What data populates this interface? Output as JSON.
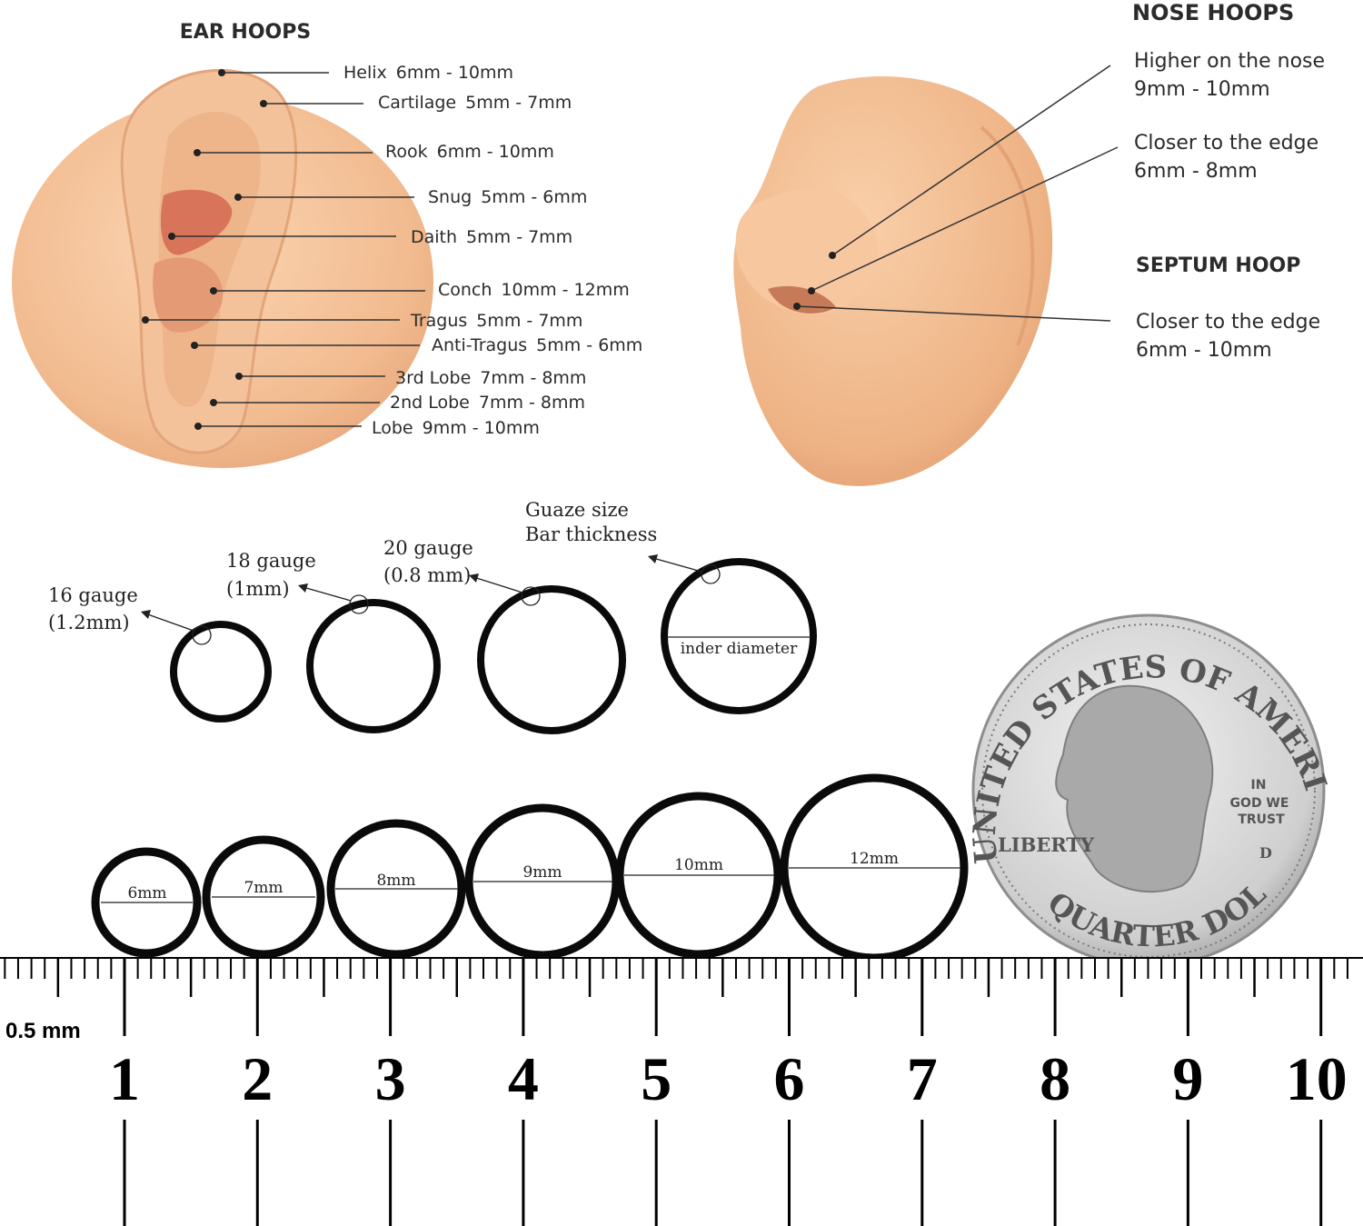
{
  "ear": {
    "title": "EAR HOOPS",
    "labels": [
      {
        "name": "Helix",
        "size": "6mm - 10mm"
      },
      {
        "name": "Cartilage",
        "size": "5mm - 7mm"
      },
      {
        "name": "Rook",
        "size": "6mm - 10mm"
      },
      {
        "name": "Snug",
        "size": "5mm - 6mm"
      },
      {
        "name": "Daith",
        "size": "5mm - 7mm"
      },
      {
        "name": "Conch",
        "size": "10mm - 12mm"
      },
      {
        "name": "Tragus",
        "size": "5mm - 7mm"
      },
      {
        "name": "Anti-Tragus",
        "size": "5mm - 6mm"
      },
      {
        "name": "3rd Lobe",
        "size": "7mm - 8mm"
      },
      {
        "name": "2nd Lobe",
        "size": "7mm - 8mm"
      },
      {
        "name": "Lobe",
        "size": "9mm - 10mm"
      }
    ]
  },
  "nose": {
    "title": "NOSE HOOPS",
    "higher_label": "Higher on the nose",
    "higher_size": "9mm - 10mm",
    "edge_label": "Closer to the edge",
    "edge_size": "6mm - 8mm",
    "septum_title": "SEPTUM HOOP",
    "septum_label": "Closer to the edge",
    "septum_size": "6mm - 10mm"
  },
  "gauges": {
    "g16_name": "16 gauge",
    "g16_size": "(1.2mm)",
    "g18_name": "18 gauge",
    "g18_size": "(1mm)",
    "g20_name": "20 gauge",
    "g20_size": "(0.8 mm)",
    "gauge_title": "Guaze size",
    "gauge_subtitle": "Bar thickness",
    "inner_label": "inder diameter"
  },
  "rings": [
    "6mm",
    "7mm",
    "8mm",
    "9mm",
    "10mm",
    "12mm"
  ],
  "coin": {
    "top_text": "UNITED STATES OF AMERICA",
    "motto_1": "IN",
    "motto_2": "GOD WE",
    "motto_3": "TRUST",
    "liberty": "LIBERTY",
    "mint": "D",
    "bottom_text": "QUARTER DOLLAR"
  },
  "ruler": {
    "unit_label": "0.5 mm",
    "numbers": [
      "1",
      "2",
      "3",
      "4",
      "5",
      "6",
      "7",
      "8",
      "9",
      "10"
    ]
  },
  "colors": {
    "skin_light": "#f6c8a2",
    "skin_dark": "#e09a6e",
    "ring": "#0a0a0a",
    "coin": "#d6d6d6"
  }
}
